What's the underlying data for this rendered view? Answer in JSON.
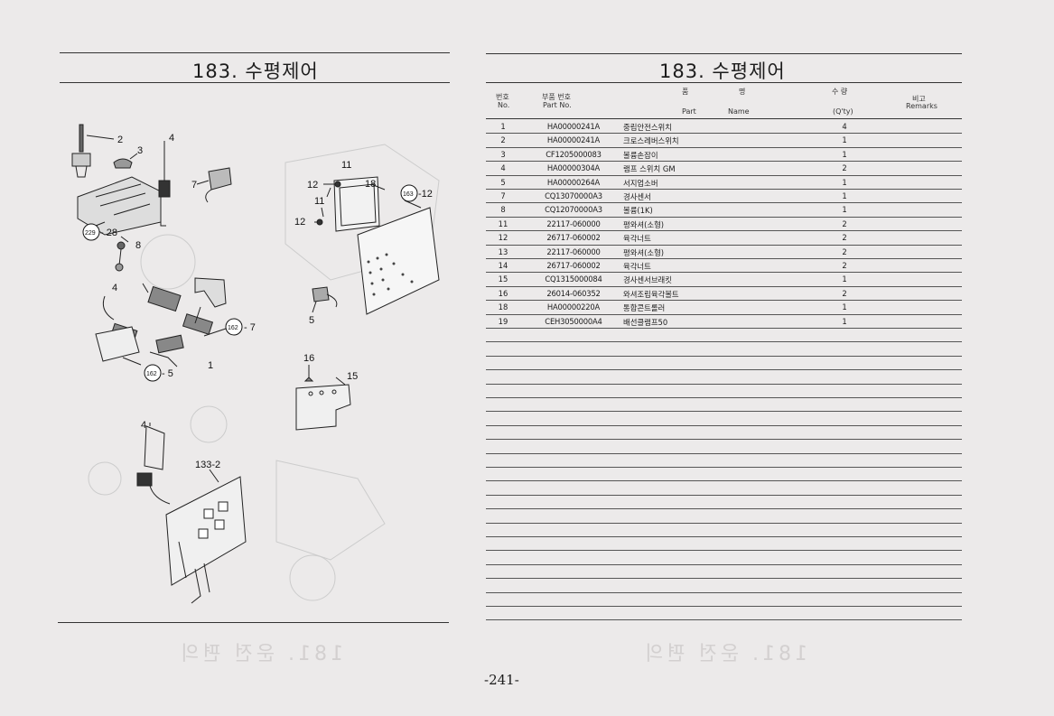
{
  "left_page": {
    "title": "183. 수평제어",
    "ghost_text": "181. 운전 편의"
  },
  "right_page": {
    "title": "183. 수평제어",
    "headers": {
      "no_ko": "번호",
      "no_en": "No.",
      "part_ko": "부품 번호",
      "part_en": "Part  No.",
      "name_ko_1": "품",
      "name_ko_2": "명",
      "name_en_1": "Part",
      "name_en_2": "Name",
      "qty_ko": "수 량",
      "qty_en": "(Q'ty)",
      "remarks_ko": "비고",
      "remarks_en": "Remarks"
    },
    "rows": [
      {
        "no": "1",
        "part": "HA00000241A",
        "name": "중립안전스위치",
        "qty": "4"
      },
      {
        "no": "2",
        "part": "HA00000241A",
        "name": "크로스레버스위치",
        "qty": "1"
      },
      {
        "no": "3",
        "part": "CF1205000083",
        "name": "볼륨손잡이",
        "qty": "1"
      },
      {
        "no": "4",
        "part": "HA00000304A",
        "name": "램프 스위치 GM",
        "qty": "2"
      },
      {
        "no": "5",
        "part": "HA00000264A",
        "name": "서지업소버",
        "qty": "1"
      },
      {
        "no": "7",
        "part": "CQ13070000A3",
        "name": "경사센서",
        "qty": "1"
      },
      {
        "no": "8",
        "part": "CQ12070000A3",
        "name": "볼륨(1K)",
        "qty": "1"
      },
      {
        "no": "11",
        "part": "22117-060000",
        "name": "평와셔(소형)",
        "qty": "2"
      },
      {
        "no": "12",
        "part": "26717-060002",
        "name": "육각너트",
        "qty": "2"
      },
      {
        "no": "13",
        "part": "22117-060000",
        "name": "평와셔(소형)",
        "qty": "2"
      },
      {
        "no": "14",
        "part": "26717-060002",
        "name": "육각너트",
        "qty": "2"
      },
      {
        "no": "15",
        "part": "CQ1315000084",
        "name": "경사센서브래킷",
        "qty": "1"
      },
      {
        "no": "16",
        "part": "26014-060352",
        "name": "와셔조립육각볼트",
        "qty": "2"
      },
      {
        "no": "18",
        "part": "HA00000220A",
        "name": "통합콘트롤러",
        "qty": "1"
      },
      {
        "no": "19",
        "part": "CEH3050000A4",
        "name": "배선클램프50",
        "qty": "1"
      }
    ],
    "ghost_text": "181. 운전 편의"
  },
  "diagram": {
    "callouts": {
      "c2": "2",
      "c3": "3",
      "c4a": "4",
      "c7": "7",
      "c8": "8",
      "c229": "229",
      "c229n": "- 28",
      "c11a": "11",
      "c12a": "12",
      "c18": "18",
      "c11b": "11",
      "c12b": "12",
      "c163": "163",
      "c163n": "-12",
      "c4b": "4",
      "c162a": "162",
      "c162an": "- 7",
      "c1": "1",
      "c162b": "162",
      "c162bn": "- 5",
      "c5": "5",
      "c16": "16",
      "c15": "15",
      "c4c": "4",
      "c1332": "133-2"
    }
  },
  "page_number": "-241-"
}
